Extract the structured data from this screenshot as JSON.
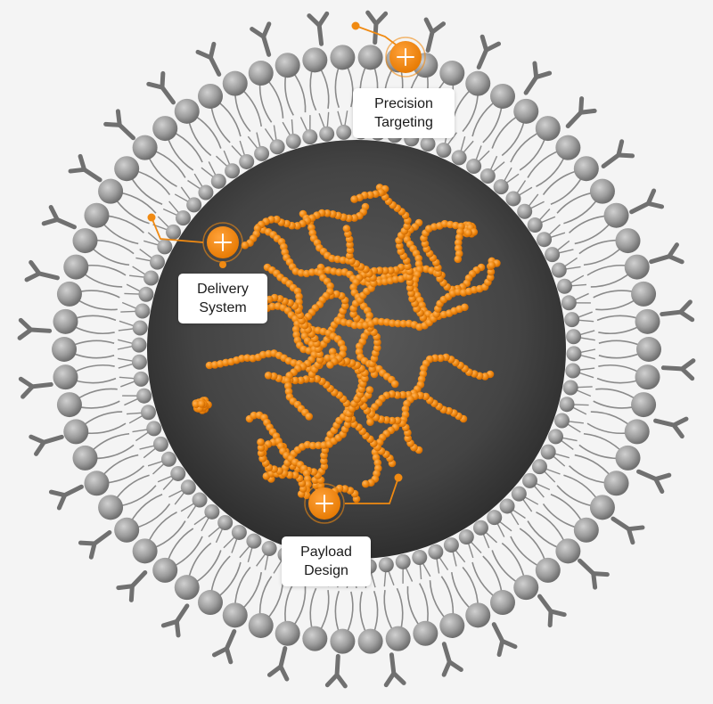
{
  "hotspots": [
    {
      "id": "precision",
      "line1": "Precision",
      "line2": "Targeting"
    },
    {
      "id": "delivery",
      "line1": "Delivery",
      "line2": "System"
    },
    {
      "id": "payload",
      "line1": "Payload",
      "line2": "Design"
    }
  ],
  "colors": {
    "background": "#f4f4f4",
    "accent": "#f08a12",
    "accent_dark": "#d86f00",
    "lipid_head": "#9a9a9a",
    "antibody": "#707070",
    "core": "#4a4a4a"
  },
  "icons": {
    "hotspot": "plus-icon"
  }
}
